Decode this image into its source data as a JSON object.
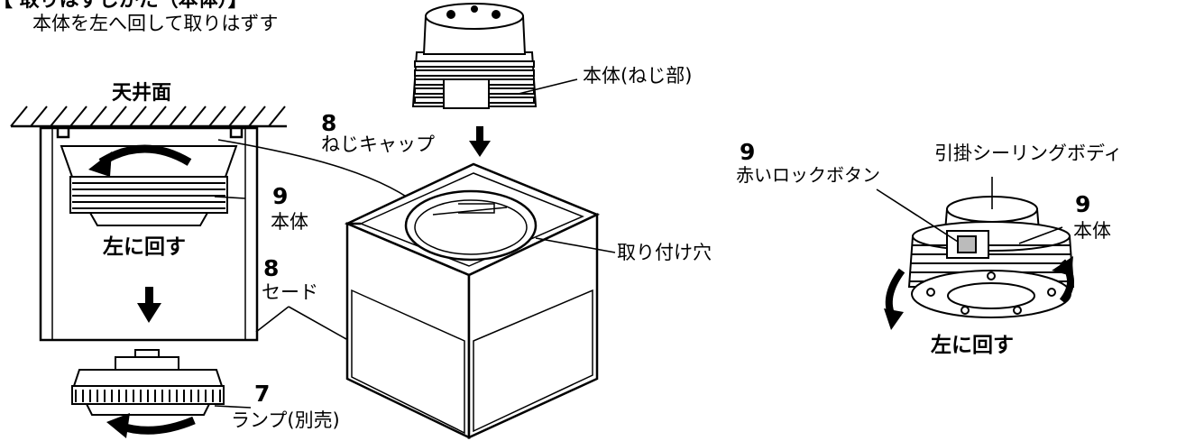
{
  "header": {
    "title_partial": "【 取りはずしかた（本体）】",
    "instruction": "本体を左へ回して取りはずす"
  },
  "labels": {
    "ceiling": "天井面",
    "screw_cap_num": "8",
    "screw_cap": "ねじキャップ",
    "body_screw": "本体(ねじ部)",
    "body_num_left": "9",
    "body_left": "本体",
    "turn_left_1": "左に回す",
    "shade_num": "8",
    "shade": "セード",
    "mount_hole": "取り付け穴",
    "lamp_num": "7",
    "lamp": "ランプ(別売)",
    "red_button_num": "9",
    "red_button": "赤いロックボタン",
    "ceiling_body": "引掛シーリングボディ",
    "body_num_right": "9",
    "body_right": "本体",
    "turn_left_2": "左に回す"
  },
  "icons": {
    "down_arrow": "down-arrow-icon",
    "curved_arrow": "curved-arrow-icon"
  },
  "colors": {
    "ink": "#000000",
    "paper": "#ffffff",
    "shade_gray": "#d9d9d9"
  }
}
